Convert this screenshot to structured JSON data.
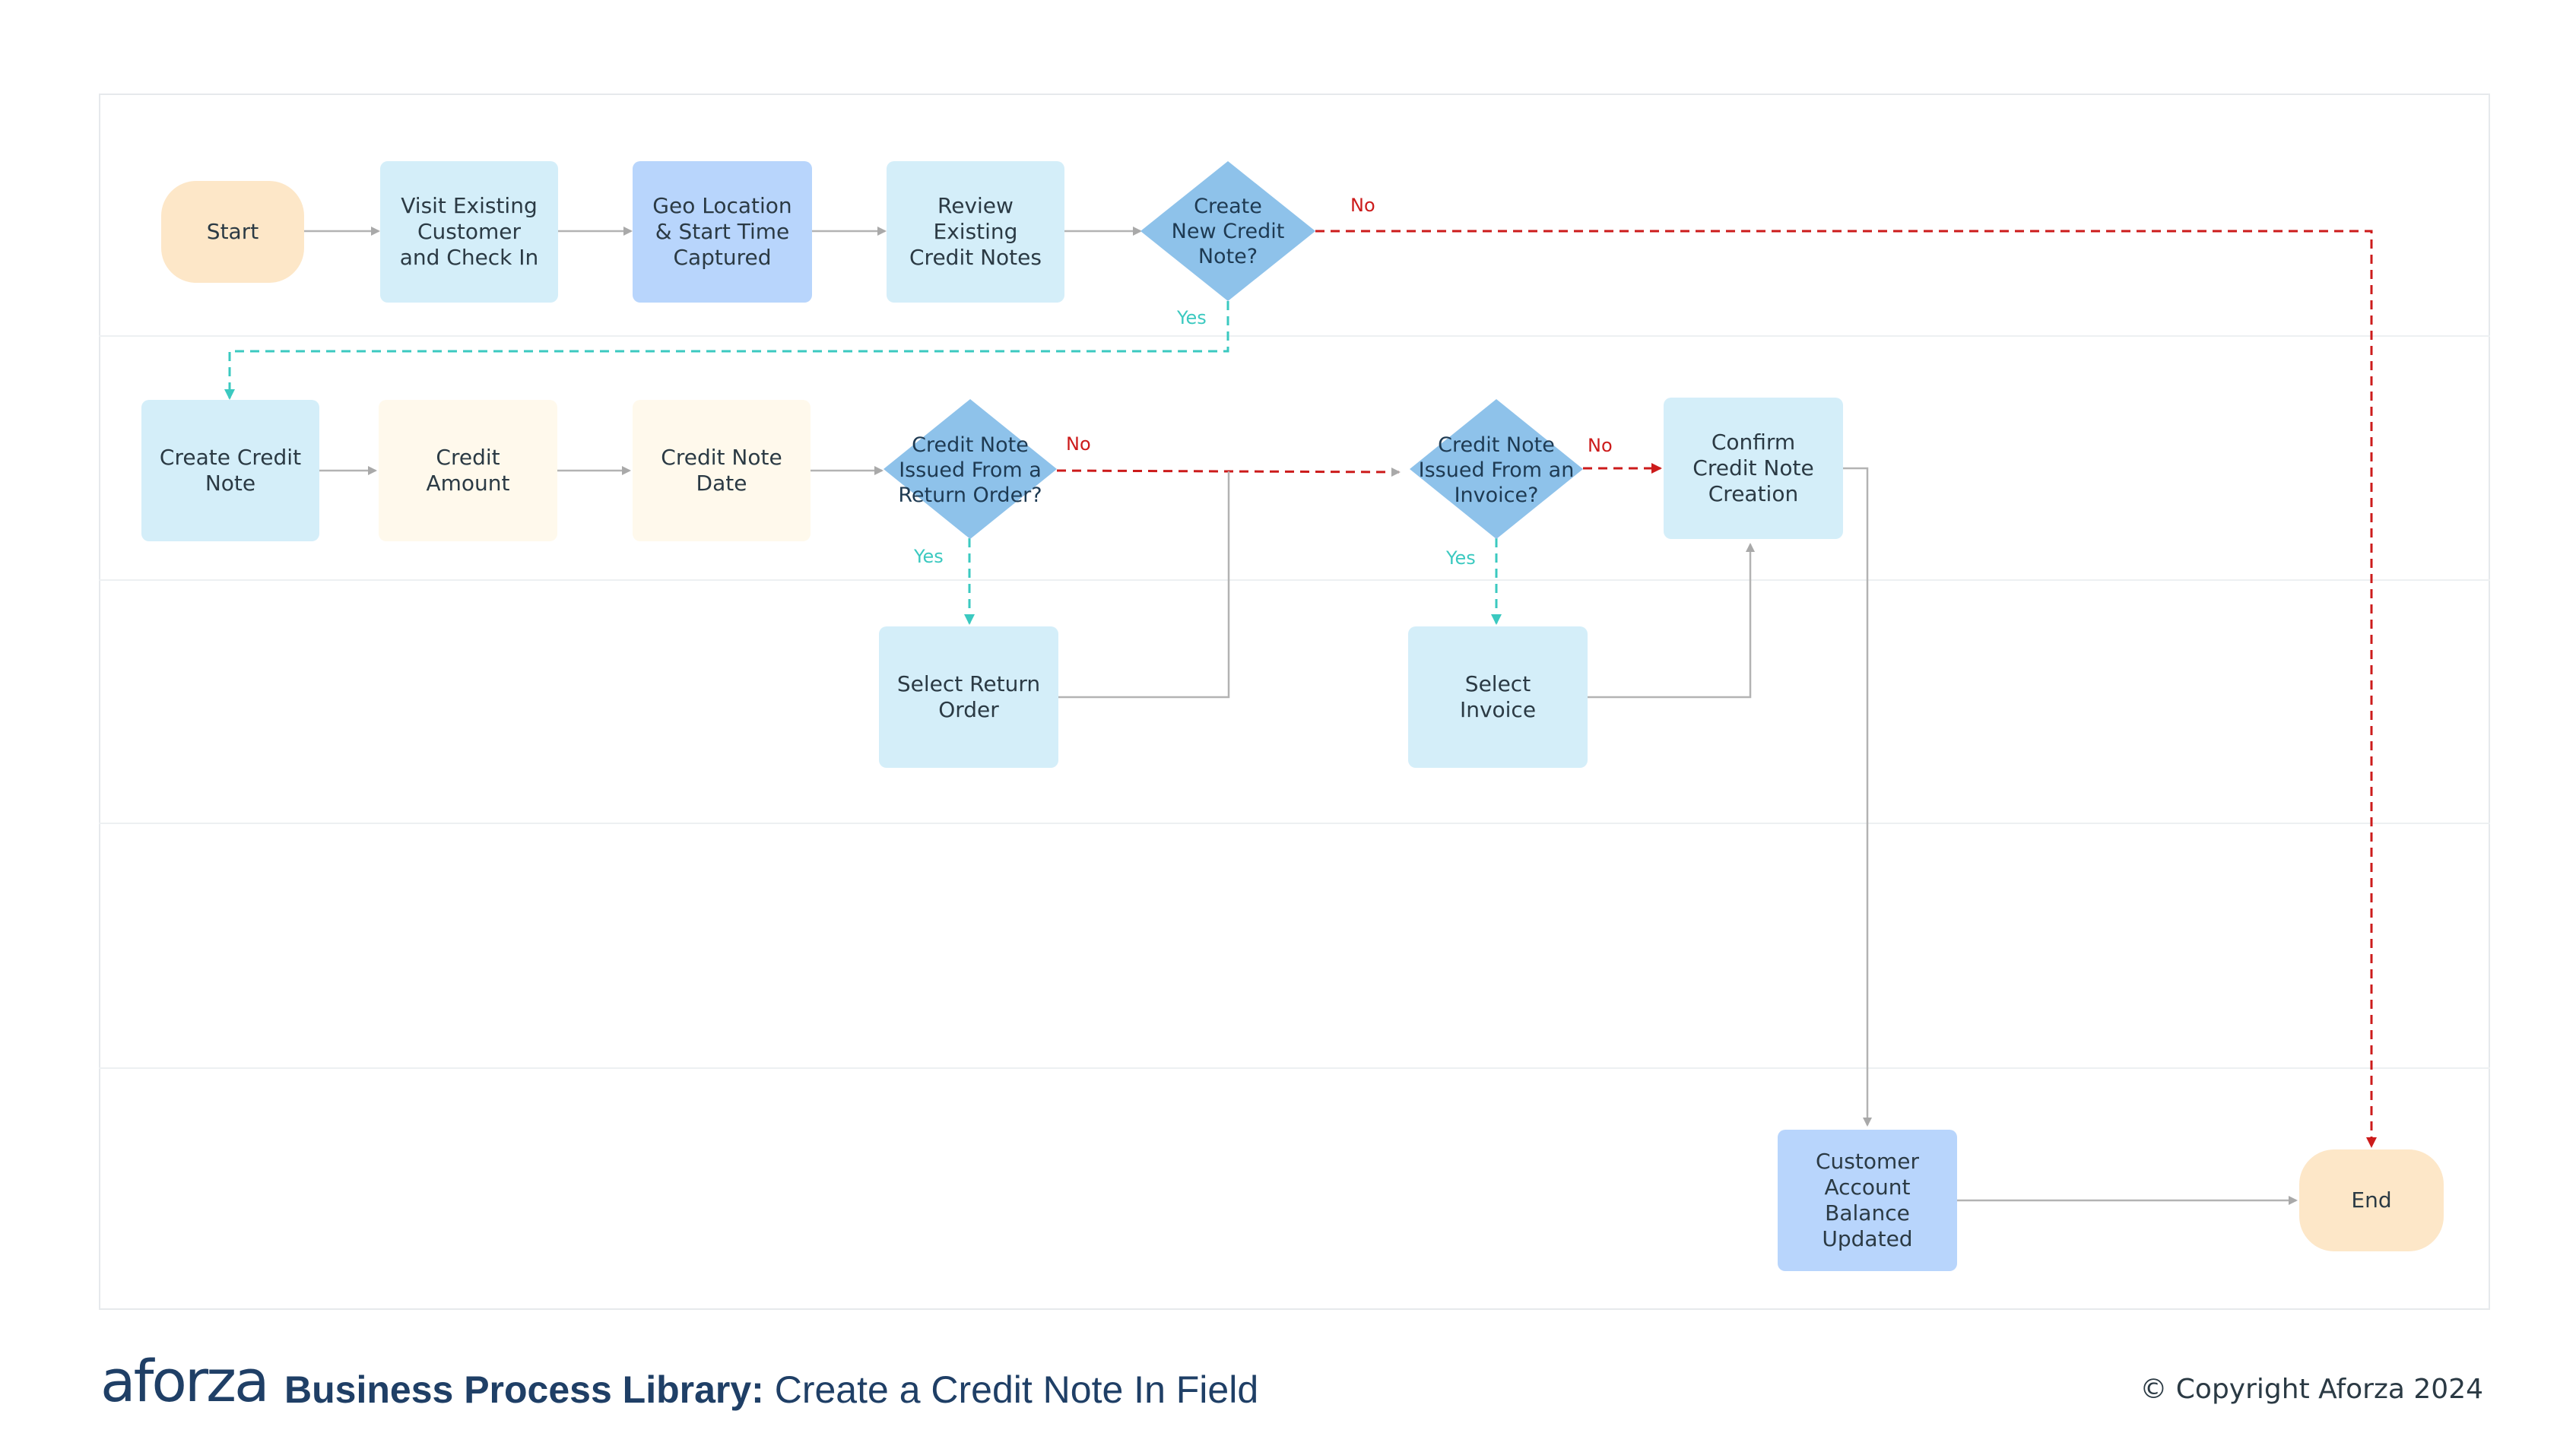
{
  "footer": {
    "logo": "aforza",
    "title_prefix": "Business Process Library:",
    "title_suffix": " Create a Credit Note In Field",
    "copyright": "© Copyright Aforza 2024"
  },
  "colors": {
    "light_blue": "#d4eef9",
    "mid_blue": "#b8d5fc",
    "cream": "#fff9ec",
    "peach": "#fde7c8",
    "diamond": "#8ec2ea",
    "yes_green": "#3bc9c0",
    "no_red": "#cc1b1b",
    "connector_gray": "#b3b3b3"
  },
  "nodes": {
    "start": "Start",
    "visit": "Visit Existing\nCustomer\nand Check In",
    "geo": "Geo Location\n& Start Time\nCaptured",
    "review": "Review\nExisting\nCredit Notes",
    "decision_new": "Create\nNew Credit\nNote?",
    "create_note": "Create Credit\nNote",
    "credit_amount": "Credit\nAmount",
    "credit_date": "Credit Note\nDate",
    "decision_return": "Credit Note\nIssued From a\nReturn Order?",
    "decision_invoice": "Credit Note\nIssued From an\nInvoice?",
    "confirm": "Confirm\nCredit Note\nCreation",
    "select_return": "Select Return\nOrder",
    "select_invoice": "Select\nInvoice",
    "balance": "Customer\nAccount\nBalance\nUpdated",
    "end": "End"
  },
  "edge_labels": {
    "no": "No",
    "yes": "Yes"
  }
}
